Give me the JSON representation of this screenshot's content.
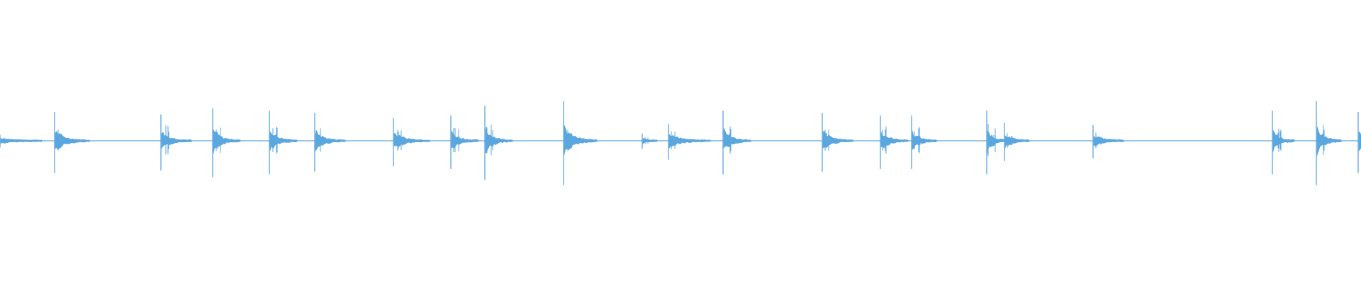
{
  "waveform": {
    "color": "#5aa6de",
    "background": "#ffffff",
    "duration_fraction_note": "",
    "transients": [
      {
        "t": 0.0,
        "peak": 0.1,
        "decay": 0.03
      },
      {
        "t": 0.04,
        "peak": 0.48,
        "decay": 0.025
      },
      {
        "t": 0.118,
        "peak": 0.44,
        "decay": 0.022
      },
      {
        "t": 0.156,
        "peak": 0.54,
        "decay": 0.02
      },
      {
        "t": 0.198,
        "peak": 0.5,
        "decay": 0.02
      },
      {
        "t": 0.231,
        "peak": 0.46,
        "decay": 0.022
      },
      {
        "t": 0.289,
        "peak": 0.38,
        "decay": 0.026
      },
      {
        "t": 0.331,
        "peak": 0.42,
        "decay": 0.02
      },
      {
        "t": 0.356,
        "peak": 0.58,
        "decay": 0.02
      },
      {
        "t": 0.414,
        "peak": 0.66,
        "decay": 0.024
      },
      {
        "t": 0.472,
        "peak": 0.12,
        "decay": 0.01
      },
      {
        "t": 0.491,
        "peak": 0.28,
        "decay": 0.03
      },
      {
        "t": 0.531,
        "peak": 0.5,
        "decay": 0.02
      },
      {
        "t": 0.604,
        "peak": 0.46,
        "decay": 0.022
      },
      {
        "t": 0.647,
        "peak": 0.42,
        "decay": 0.02
      },
      {
        "t": 0.67,
        "peak": 0.42,
        "decay": 0.018
      },
      {
        "t": 0.725,
        "peak": 0.5,
        "decay": 0.016
      },
      {
        "t": 0.738,
        "peak": 0.3,
        "decay": 0.018
      },
      {
        "t": 0.803,
        "peak": 0.26,
        "decay": 0.022
      },
      {
        "t": 0.935,
        "peak": 0.5,
        "decay": 0.016
      },
      {
        "t": 0.967,
        "peak": 0.66,
        "decay": 0.018
      },
      {
        "t": 0.998,
        "peak": 0.48,
        "decay": 0.01
      }
    ]
  }
}
